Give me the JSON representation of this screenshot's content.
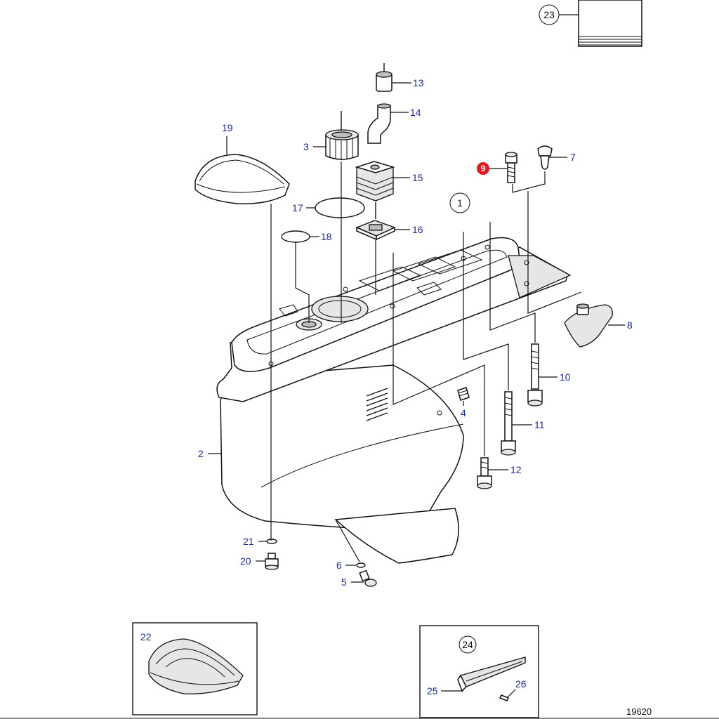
{
  "diagram": {
    "drawing_number": "19620",
    "highlighted_callout": "9",
    "colors": {
      "label": "#1c2a8c",
      "highlight": "#e01b24",
      "line": "#111111"
    },
    "callouts": {
      "c1": "1",
      "c2": "2",
      "c3": "3",
      "c4": "4",
      "c5": "5",
      "c6": "6",
      "c7": "7",
      "c8": "8",
      "c9": "9",
      "c10": "10",
      "c11": "11",
      "c12": "12",
      "c13": "13",
      "c14": "14",
      "c15": "15",
      "c16": "16",
      "c17": "17",
      "c18": "18",
      "c19": "19",
      "c20": "20",
      "c21": "21",
      "c22": "22",
      "c23": "23",
      "c24": "24",
      "c25": "25",
      "c26": "26"
    }
  }
}
